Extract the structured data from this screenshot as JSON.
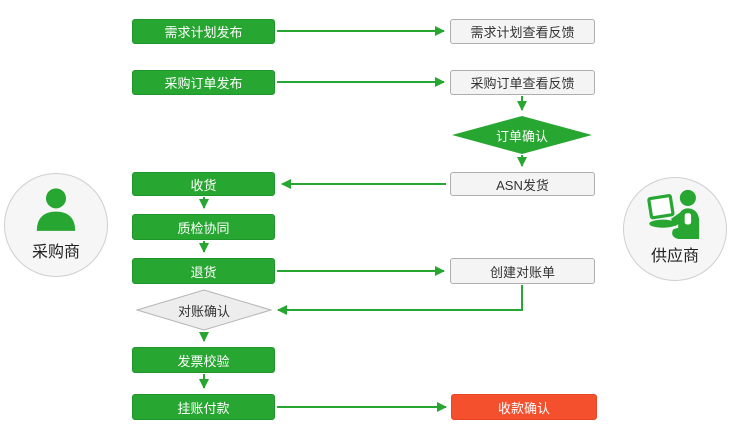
{
  "diagram_type": "procurement-collaboration-flowchart",
  "colors": {
    "green": "#28a632",
    "green_border": "#1f962c",
    "red": "#f4502e",
    "white_box_fill": "#f4f4f4",
    "white_box_border": "#aeaeae",
    "gray_diamond_fill": "#ededed",
    "gray_diamond_border": "#b5b5b5",
    "arrow": "#28a632",
    "background": "#ffffff"
  },
  "actors": {
    "buyer": {
      "label": "采购商",
      "icon": "person-bust-icon"
    },
    "supplier": {
      "label": "供应商",
      "icon": "person-laptop-icon"
    }
  },
  "nodes": {
    "demand_plan_publish": {
      "label": "需求计划发布",
      "shape": "rect",
      "style": "green"
    },
    "demand_plan_feedback": {
      "label": "需求计划查看反馈",
      "shape": "rect",
      "style": "white"
    },
    "po_publish": {
      "label": "采购订单发布",
      "shape": "rect",
      "style": "green"
    },
    "po_feedback": {
      "label": "采购订单查看反馈",
      "shape": "rect",
      "style": "white"
    },
    "order_confirm": {
      "label": "订单确认",
      "shape": "diamond",
      "style": "green"
    },
    "asn_ship": {
      "label": "ASN发货",
      "shape": "rect",
      "style": "white"
    },
    "receive": {
      "label": "收货",
      "shape": "rect",
      "style": "green"
    },
    "quality_collab": {
      "label": "质检协同",
      "shape": "rect",
      "style": "green"
    },
    "return_goods": {
      "label": "退货",
      "shape": "rect",
      "style": "green"
    },
    "create_statement": {
      "label": "创建对账单",
      "shape": "rect",
      "style": "white"
    },
    "statement_confirm": {
      "label": "对账确认",
      "shape": "diamond",
      "style": "white"
    },
    "invoice_check": {
      "label": "发票校验",
      "shape": "rect",
      "style": "green"
    },
    "book_payment": {
      "label": "挂账付款",
      "shape": "rect",
      "style": "green"
    },
    "receipt_confirm": {
      "label": "收款确认",
      "shape": "rect",
      "style": "red"
    }
  },
  "edges": [
    {
      "from": "demand_plan_publish",
      "to": "demand_plan_feedback"
    },
    {
      "from": "po_publish",
      "to": "po_feedback"
    },
    {
      "from": "po_feedback",
      "to": "order_confirm"
    },
    {
      "from": "order_confirm",
      "to": "asn_ship"
    },
    {
      "from": "asn_ship",
      "to": "receive"
    },
    {
      "from": "receive",
      "to": "quality_collab"
    },
    {
      "from": "quality_collab",
      "to": "return_goods"
    },
    {
      "from": "return_goods",
      "to": "create_statement"
    },
    {
      "from": "create_statement",
      "to": "statement_confirm"
    },
    {
      "from": "statement_confirm",
      "to": "invoice_check"
    },
    {
      "from": "invoice_check",
      "to": "book_payment"
    },
    {
      "from": "book_payment",
      "to": "receipt_confirm"
    }
  ]
}
